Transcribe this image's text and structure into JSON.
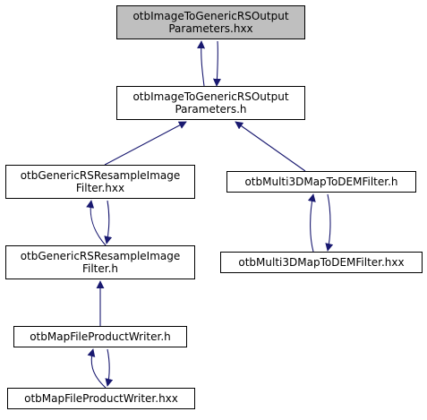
{
  "graph": {
    "colors": {
      "edge": "#191970",
      "current_node_fill": "#bfbfbf",
      "node_fill": "#ffffff",
      "node_border": "#000000"
    },
    "nodes": [
      {
        "id": "n0",
        "lines": [
          "otbImageToGenericRSOutput",
          "Parameters.hxx"
        ],
        "current": true
      },
      {
        "id": "n1",
        "lines": [
          "otbImageToGenericRSOutput",
          "Parameters.h"
        ]
      },
      {
        "id": "n2",
        "lines": [
          "otbGenericRSResampleImage",
          "Filter.hxx"
        ]
      },
      {
        "id": "n3",
        "lines": [
          "otbMulti3DMapToDEMFilter.h"
        ]
      },
      {
        "id": "n4",
        "lines": [
          "otbGenericRSResampleImage",
          "Filter.h"
        ]
      },
      {
        "id": "n5",
        "lines": [
          "otbMulti3DMapToDEMFilter.hxx"
        ]
      },
      {
        "id": "n6",
        "lines": [
          "otbMapFileProductWriter.h"
        ]
      },
      {
        "id": "n7",
        "lines": [
          "otbMapFileProductWriter.hxx"
        ]
      }
    ],
    "edges": [
      {
        "from": "n1",
        "to": "n0"
      },
      {
        "from": "n0",
        "to": "n1"
      },
      {
        "from": "n2",
        "to": "n1"
      },
      {
        "from": "n3",
        "to": "n1"
      },
      {
        "from": "n4",
        "to": "n2"
      },
      {
        "from": "n2",
        "to": "n4"
      },
      {
        "from": "n5",
        "to": "n3"
      },
      {
        "from": "n3",
        "to": "n5"
      },
      {
        "from": "n6",
        "to": "n4"
      },
      {
        "from": "n7",
        "to": "n6"
      },
      {
        "from": "n6",
        "to": "n7"
      }
    ]
  }
}
